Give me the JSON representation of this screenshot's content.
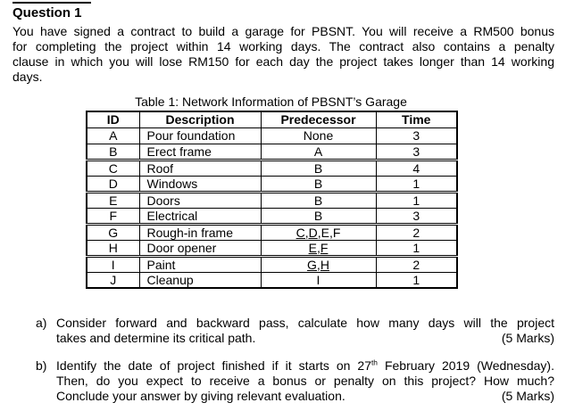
{
  "title": "Question 1",
  "intro": {
    "lines": [
      "You have signed a contract to build a garage for PBSNT. You will receive a RM500 bonus",
      "for completing the project within 14 working days. The contract also contains a penalty",
      "clause in which you will lose RM150 for each day the project takes longer than 14 working",
      "days."
    ]
  },
  "table": {
    "caption": "Table 1: Network Information of PBSNT’s Garage",
    "columns": [
      "ID",
      "Description",
      "Predecessor",
      "Time"
    ],
    "rows": [
      {
        "id": "A",
        "description": "Pour foundation",
        "predecessor": [
          {
            "text": "None",
            "underline": false
          }
        ],
        "time": "3"
      },
      {
        "id": "B",
        "description": "Erect frame",
        "predecessor": [
          {
            "text": "A",
            "underline": false
          }
        ],
        "time": "3"
      },
      {
        "id": "C",
        "description": "Roof",
        "predecessor": [
          {
            "text": "B",
            "underline": false
          }
        ],
        "time": "4"
      },
      {
        "id": "D",
        "description": "Windows",
        "predecessor": [
          {
            "text": "B",
            "underline": false
          }
        ],
        "time": "1"
      },
      {
        "id": "E",
        "description": "Doors",
        "predecessor": [
          {
            "text": "B",
            "underline": false
          }
        ],
        "time": "1"
      },
      {
        "id": "F",
        "description": "Electrical",
        "predecessor": [
          {
            "text": "B",
            "underline": false
          }
        ],
        "time": "3"
      },
      {
        "id": "G",
        "description": "Rough-in frame",
        "predecessor": [
          {
            "text": "C,D",
            "underline": true
          },
          {
            "text": ",E,F",
            "underline": false
          }
        ],
        "time": "2"
      },
      {
        "id": "H",
        "description": "Door opener",
        "predecessor": [
          {
            "text": "E,F",
            "underline": true
          }
        ],
        "time": "1"
      },
      {
        "id": "I",
        "description": "Paint",
        "predecessor": [
          {
            "text": "G,H",
            "underline": true
          }
        ],
        "time": "2"
      },
      {
        "id": "J",
        "description": "Cleanup",
        "predecessor": [
          {
            "text": "I",
            "underline": false
          }
        ],
        "time": "1"
      }
    ]
  },
  "questions": {
    "a": {
      "label": "a)",
      "line1": "Consider forward and backward pass, calculate how many days will the project",
      "line_last": "takes and determine its critical path.",
      "marks": "(5 Marks)"
    },
    "b": {
      "label": "b)",
      "line1_pre": "Identify the date of project finished if it starts on 27",
      "line1_sup": "th",
      "line1_post": " February 2019 (Wednesday).",
      "line2": "Then, do you expect to receive a bonus or penalty on this project? How much?",
      "line_last": "Conclude your answer by giving relevant evaluation.",
      "marks": "(5 Marks)"
    }
  },
  "colors": {
    "grammar_underline": "#2b5cd9",
    "text": "#000000",
    "background": "#ffffff"
  }
}
